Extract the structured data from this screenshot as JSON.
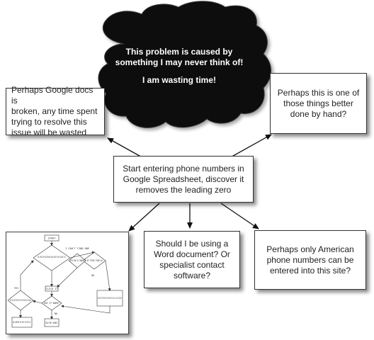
{
  "cloud": {
    "line1": "This problem is caused by",
    "line2": "something I may never think of!",
    "line3": "I am wasting time!"
  },
  "start_box": {
    "line1": "Start entering phone numbers in",
    "line2": "Google Spreadsheet, discover it",
    "line3": "removes the leading zero"
  },
  "google_box": {
    "line1": "Perhaps Google docs is",
    "line2": "broken, any time spent",
    "line3": "trying to resolve this",
    "line4": "issue will be wasted"
  },
  "byhand_box": {
    "line1": "Perhaps this is one of",
    "line2": "those things better",
    "line3": "done by hand?"
  },
  "word_box": {
    "line1": "Should I be using a",
    "line2": "Word document? Or",
    "line3": "specialist contact",
    "line4": "software?"
  },
  "american_box": {
    "line1": "Perhaps only American",
    "line2": "phone numbers can be",
    "line3": "entered into this site?"
  },
  "flowchart": {
    "start": "START",
    "find_menu": "FIND A MENU ITEM OR BUTTON WHICH LOOKS RELATED TO WHAT YOU WANT TO DO.",
    "did_it_work": "DID IT WORK?",
    "cant_find": "I CAN'T FIND ONE",
    "pick_one": "PICK ONE AT RANDOM",
    "tried_all": "I'VE TRIED THEM ALL",
    "google_name": "GOOGLE THE NAME OF THE PROGRAM PLUS A FEW WORDS RELATED TO WHAT YOU WANT TO DO. FOLLOW ANY INSTRUCTIONS.",
    "have_you_been": "HAVE YOU BEEN TRYING THIS FOR OVER HALF AN HOUR?",
    "ask_someone": "ASK SOMEONE FOR HELP OR GIVE UP.",
    "youre_done": "YOU'RE DONE!",
    "click_it": "CLICK IT",
    "yes": "YES",
    "no": "NO",
    "ok": "OK"
  }
}
